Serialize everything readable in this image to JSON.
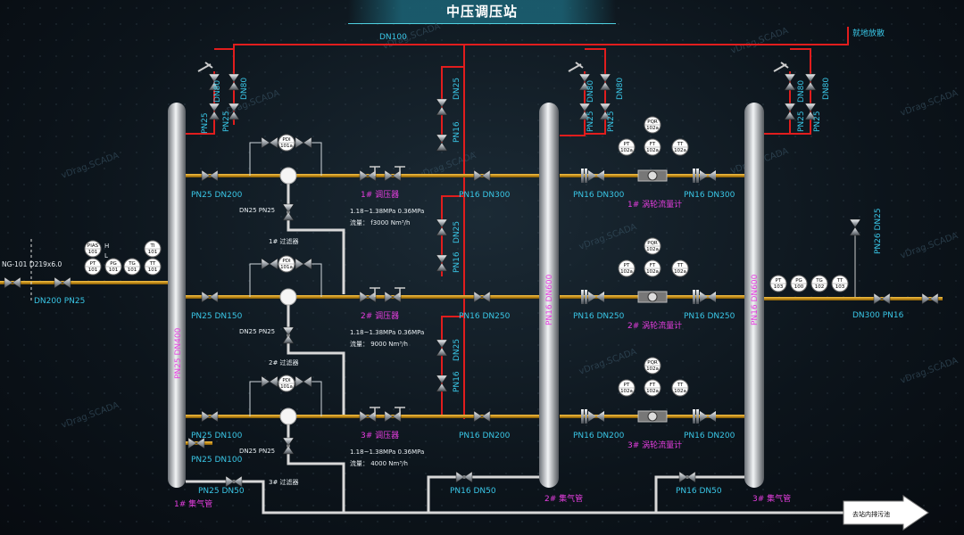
{
  "title": "中压调压站",
  "watermark": "vDrag.SCADA",
  "vent": {
    "pipe": "DN100",
    "label": "就地放散"
  },
  "inlet": {
    "tag": "NG-101 D219x6.0",
    "pipe": "DN200 PN25",
    "instruments": [
      "PIAS 101",
      "PT 101",
      "PG 101",
      "TG 101",
      "TT 101",
      "TI 101"
    ],
    "hl": [
      "H",
      "L"
    ]
  },
  "headers": {
    "h1": {
      "label": "PN25  DN400",
      "name": "1# 集气管"
    },
    "h2": {
      "label": "PN16  DN600",
      "name": "2# 集气管"
    },
    "h3": {
      "label": "PN16  DN600",
      "name": "3# 集气管"
    }
  },
  "relief": {
    "a": [
      "PN25",
      "DN80",
      "PN25",
      "DN80"
    ],
    "b": [
      "PN25",
      "DN80",
      "PN25",
      "DN80"
    ],
    "c": [
      "PN25",
      "DN80",
      "PN25",
      "DN80"
    ],
    "mid": [
      "PN16",
      "DN25",
      "PN16",
      "DN25",
      "PN16",
      "DN25"
    ]
  },
  "lines": [
    {
      "in": "PN25 DN200",
      "filter": "1# 过滤器",
      "reg": "1# 调压器",
      "drain": "DN25 PN25",
      "pdi": "PDI 101a",
      "spec": "1.18~1.38MPa 0.36MPa",
      "flow": "流量： f3000  Nm³/h",
      "out": "PN16 DN300",
      "m_in": "PN16 DN300",
      "m_out": "PN16 DN300",
      "meter": "1# 涡轮流量计",
      "m_inst": [
        "PQR 102a",
        "PT 102a",
        "FT 102a",
        "TT 102a"
      ]
    },
    {
      "in": "PN25 DN150",
      "filter": "2# 过滤器",
      "reg": "2# 调压器",
      "drain": "DN25 PN25",
      "pdi": "PDI 101a",
      "spec": "1.18~1.38MPa 0.36MPa",
      "flow": "流量： 9000  Nm³/h",
      "out": "PN16 DN250",
      "m_in": "PN16 DN250",
      "m_out": "PN16 DN250",
      "meter": "2# 涡轮流量计",
      "m_inst": [
        "PQR 102a",
        "PT 102a",
        "FT 102a",
        "TT 102a"
      ]
    },
    {
      "in": "PN25 DN100",
      "filter": "3# 过滤器",
      "reg": "3# 调压器",
      "drain": "DN25 PN25",
      "pdi": "PDI 101a",
      "spec": "1.18~1.38MPa 0.36MPa",
      "flow": "流量： 4000  Nm³/h",
      "out": "PN16 DN200",
      "m_in": "PN16 DN200",
      "m_out": "PN16 DN200",
      "meter": "3# 涡轮流量计",
      "m_inst": [
        "PQR 102a",
        "PT 102a",
        "FT 102a",
        "TT 102a"
      ]
    }
  ],
  "spare": "PN25 DN100",
  "drains": {
    "d1": "PN25 DN50",
    "d2": "PN16 DN50",
    "d3": "PN16 DN50"
  },
  "outlet": {
    "pipe": "DN300 PN16",
    "vent": "PN26  DN25",
    "instruments": [
      "PT 103",
      "PG 100",
      "TG 102",
      "TT 103"
    ]
  },
  "sewage": "去站内排污池",
  "colors": {
    "gas": "#c7901a",
    "vent": "#e11d1d",
    "drain": "#d8d8d8",
    "cyan": "#39c6e6",
    "magenta": "#e63ee0"
  }
}
